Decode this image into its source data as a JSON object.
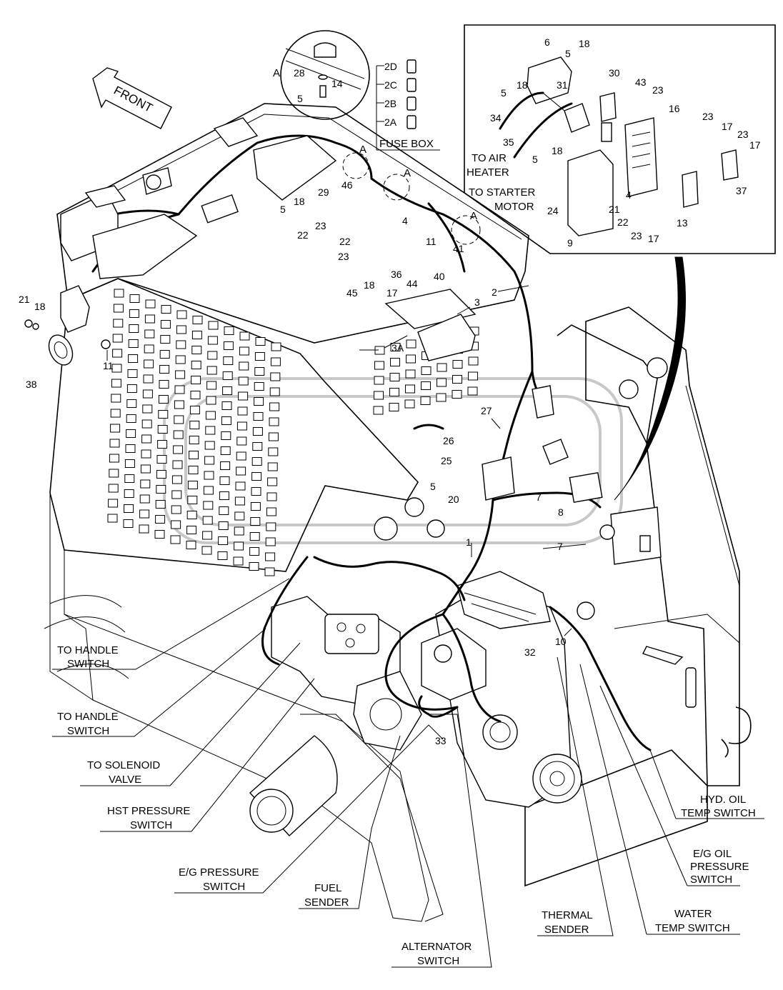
{
  "direction_arrow": "FRONT",
  "fuse_box": {
    "title": "FUSE BOX",
    "fuses": [
      "2D",
      "2C",
      "2B",
      "2A"
    ]
  },
  "detail_markers": [
    "A",
    "A",
    "A",
    "A"
  ],
  "inset_labels": {
    "to_air_heater": [
      "TO AIR",
      "HEATER"
    ],
    "to_starter_motor": [
      "TO STARTER",
      "MOTOR"
    ]
  },
  "callout_labels": {
    "to_handle_switch_1": [
      "TO HANDLE",
      "SWITCH"
    ],
    "to_handle_switch_2": [
      "TO HANDLE",
      "SWITCH"
    ],
    "to_solenoid_valve": [
      "TO SOLENOID",
      "VALVE"
    ],
    "hst_pressure_switch": [
      "HST PRESSURE",
      "SWITCH"
    ],
    "eg_pressure_switch": [
      "E/G PRESSURE",
      "SWITCH"
    ],
    "fuel_sender": [
      "FUEL",
      "SENDER"
    ],
    "alternator_switch": [
      "ALTERNATOR",
      "SWITCH"
    ],
    "thermal_sender": [
      "THERMAL",
      "SENDER"
    ],
    "water_temp_switch": [
      "WATER",
      "TEMP SWITCH"
    ],
    "eg_oil_pressure_switch": [
      "E/G OIL",
      "PRESSURE",
      "SWITCH"
    ],
    "hyd_oil_temp_switch": [
      "HYD. OIL",
      "TEMP SWITCH"
    ]
  },
  "part_numbers": {
    "detail_a": [
      "28",
      "14",
      "5"
    ],
    "inset": [
      "6",
      "18",
      "5",
      "30",
      "43",
      "23",
      "5",
      "18",
      "31",
      "16",
      "34",
      "35",
      "23",
      "17",
      "23",
      "17",
      "5",
      "18",
      "4",
      "37",
      "21",
      "22",
      "13",
      "24",
      "23",
      "17",
      "9"
    ],
    "main_top": [
      "29",
      "46",
      "4",
      "18",
      "5",
      "23",
      "22",
      "11",
      "22",
      "23",
      "41",
      "36",
      "40",
      "44",
      "45",
      "18",
      "17",
      "2",
      "3",
      "3A"
    ],
    "main_left": [
      "21",
      "18",
      "11",
      "38"
    ],
    "main_mid": [
      "27",
      "26",
      "25",
      "5",
      "20",
      "7",
      "8",
      "7",
      "1",
      "10",
      "32",
      "33"
    ]
  }
}
